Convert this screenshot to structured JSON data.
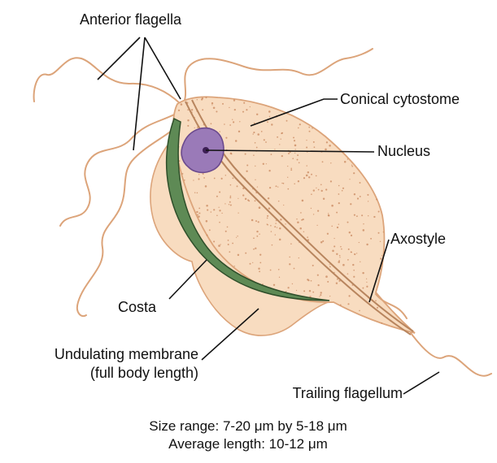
{
  "labels": {
    "anterior_flagella": "Anterior flagella",
    "conical_cytostome": "Conical cytostome",
    "nucleus": "Nucleus",
    "axostyle": "Axostyle",
    "costa": "Costa",
    "undulating_membrane_line1": "Undulating membrane",
    "undulating_membrane_line2": "(full body length)",
    "trailing_flagellum": "Trailing flagellum"
  },
  "caption": {
    "line1": "Size range: 7-20 μm by 5-18 μm",
    "line2": "Average length: 10-12 μm"
  },
  "colors": {
    "body_fill": "#f8dcc0",
    "body_outline": "#dca47a",
    "flagella": "#dca47a",
    "speckle": "#c8875e",
    "costa_fill": "#5e8a55",
    "costa_outline": "#2f4f2a",
    "nucleus_fill": "#9a7ab8",
    "nucleus_outline": "#6b4a8e",
    "nucleolus": "#3d1f55",
    "axostyle": "#b8855e",
    "text": "#111111"
  }
}
